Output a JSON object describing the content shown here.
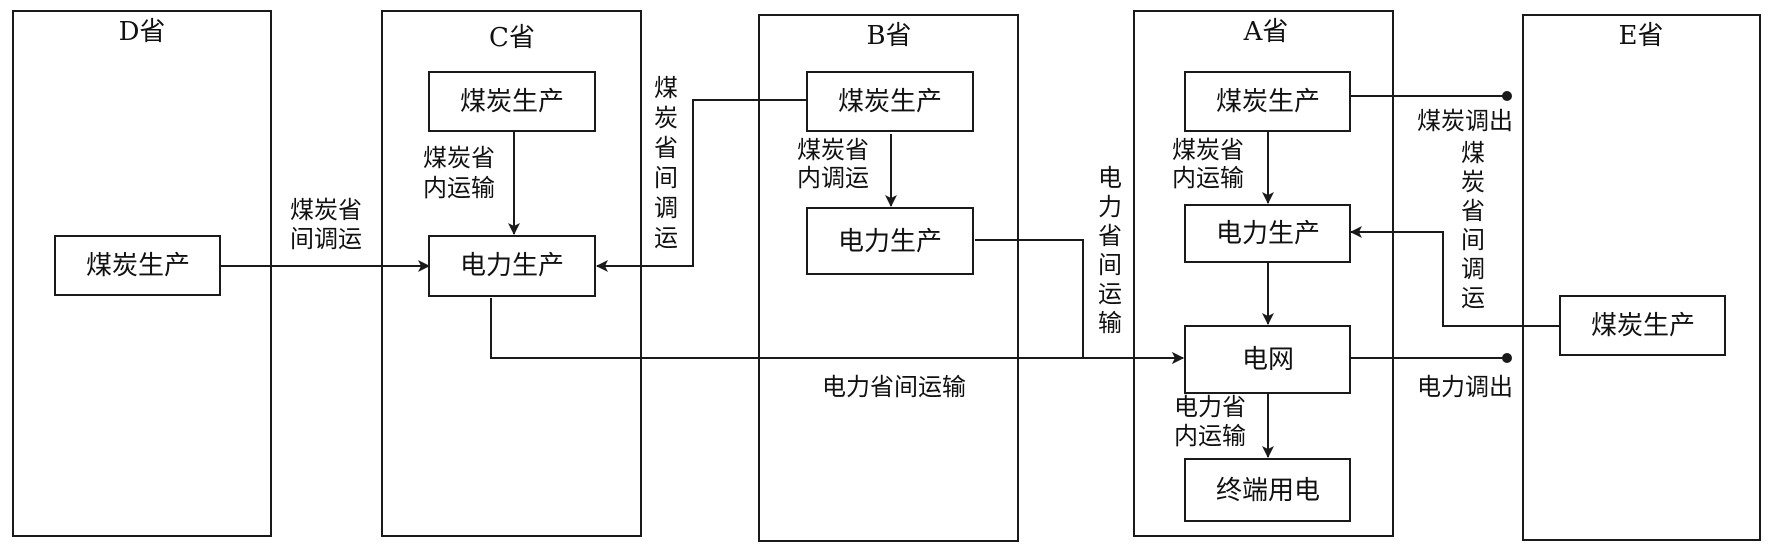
{
  "provinces": {
    "d": "D省",
    "c": "C省",
    "b": "B省",
    "a": "A省",
    "e": "E省"
  },
  "nodes": {
    "d_coal": "煤炭生产",
    "c_coal": "煤炭生产",
    "c_power": "电力生产",
    "b_coal": "煤炭生产",
    "b_power": "电力生产",
    "a_coal": "煤炭生产",
    "a_power": "电力生产",
    "a_grid": "电网",
    "a_enduse": "终端用电",
    "e_coal": "煤炭生产"
  },
  "labels": {
    "d_to_c": [
      "煤炭省",
      "间调运"
    ],
    "c_internal": [
      "煤炭省",
      "内运输"
    ],
    "b_to_c": [
      "煤",
      "炭",
      "省",
      "间",
      "调",
      "运"
    ],
    "b_internal": [
      "煤炭省",
      "内调运"
    ],
    "b_to_a": [
      "电",
      "力",
      "省",
      "间",
      "运",
      "输"
    ],
    "c_to_a_power": "电力省间运输",
    "a_internal_coal": [
      "煤炭省",
      "内运输"
    ],
    "a_coal_out": "煤炭调出",
    "e_to_a": [
      "煤",
      "炭",
      "省",
      "间",
      "调",
      "运"
    ],
    "a_internal_power": [
      "电力省",
      "内运输"
    ],
    "a_power_out": "电力调出"
  }
}
